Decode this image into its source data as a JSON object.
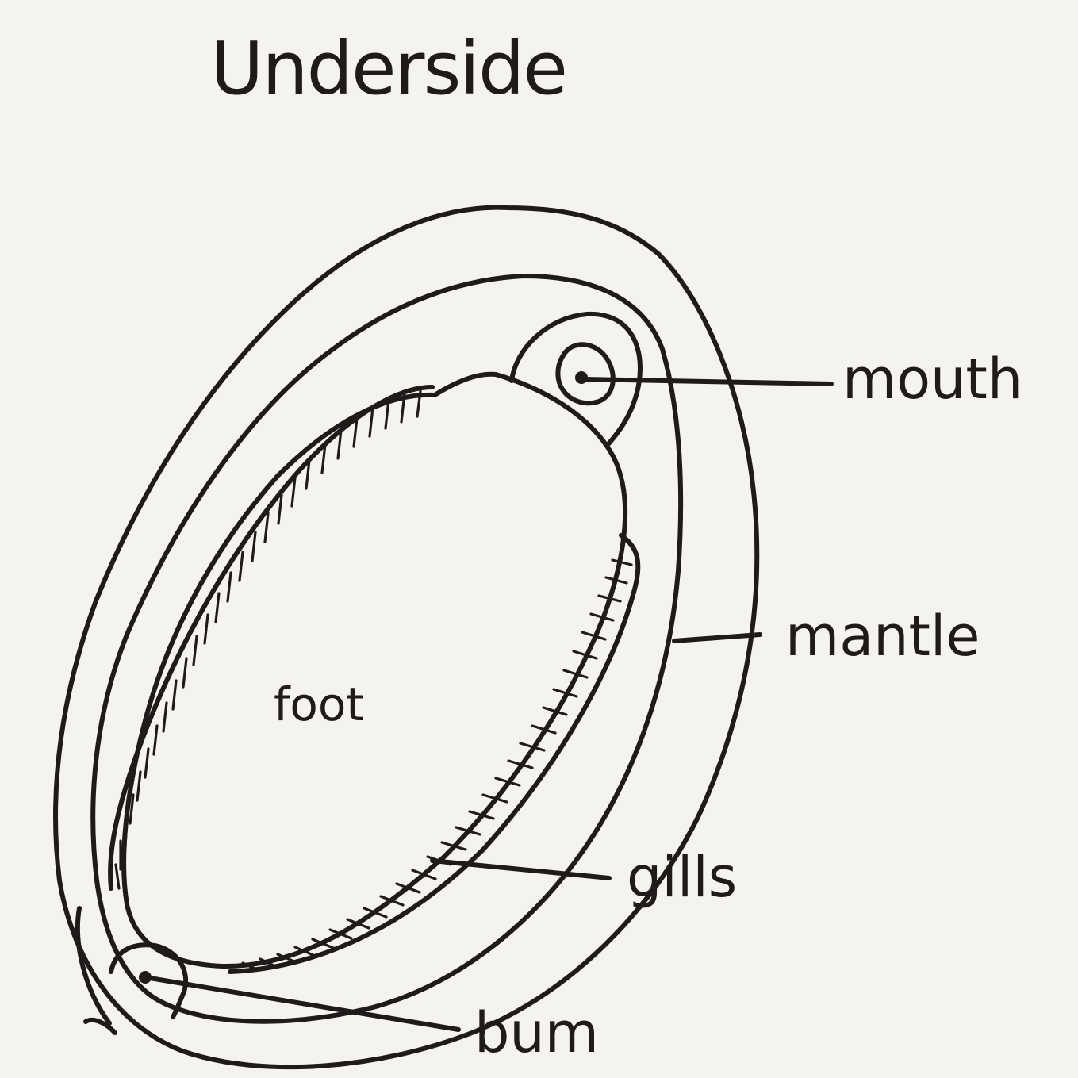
{
  "title": "Underside",
  "labels": {
    "mouth": "mouth",
    "mantle": "mantle",
    "gills": "gills",
    "bum": "bum",
    "foot": "foot"
  },
  "colors": {
    "ink": "#1e1b1a",
    "paper": "#f4f3f0"
  }
}
